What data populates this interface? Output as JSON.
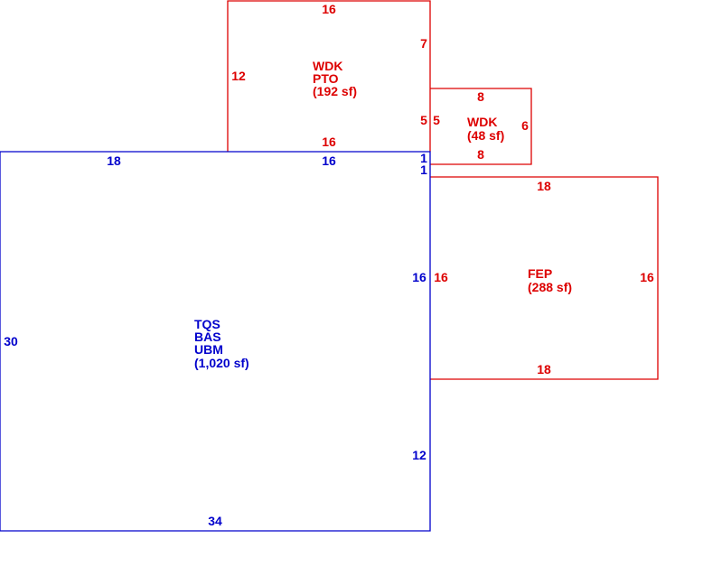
{
  "colors": {
    "addition": "#dd0000",
    "main": "#0000cc"
  },
  "areas": {
    "wdk_pto": {
      "line1": "WDK",
      "line2": "PTO",
      "area": "(192 sf)"
    },
    "wdk": {
      "line1": "WDK",
      "area": "(48 sf)"
    },
    "fep": {
      "line1": "FEP",
      "area": "(288 sf)"
    },
    "main": {
      "line1": "TQS",
      "line2": "BAS",
      "line3": "UBM",
      "area": "(1,020 sf)"
    }
  },
  "dimensions": {
    "wdk_pto_top": "16",
    "wdk_pto_left": "12",
    "wdk_pto_right_upper": "7",
    "wdk_pto_right_lower": "5",
    "wdk_pto_bottom": "16",
    "wdk_left": "5",
    "wdk_top": "8",
    "wdk_right": "6",
    "wdk_bottom": "8",
    "main_top_left": "18",
    "main_top_right": "16",
    "main_step_upper": "1",
    "main_step_lower": "1",
    "main_left": "30",
    "main_right_upper": "16",
    "main_right_lower": "12",
    "main_bottom": "34",
    "fep_top": "18",
    "fep_left": "16",
    "fep_right": "16",
    "fep_bottom": "18"
  }
}
